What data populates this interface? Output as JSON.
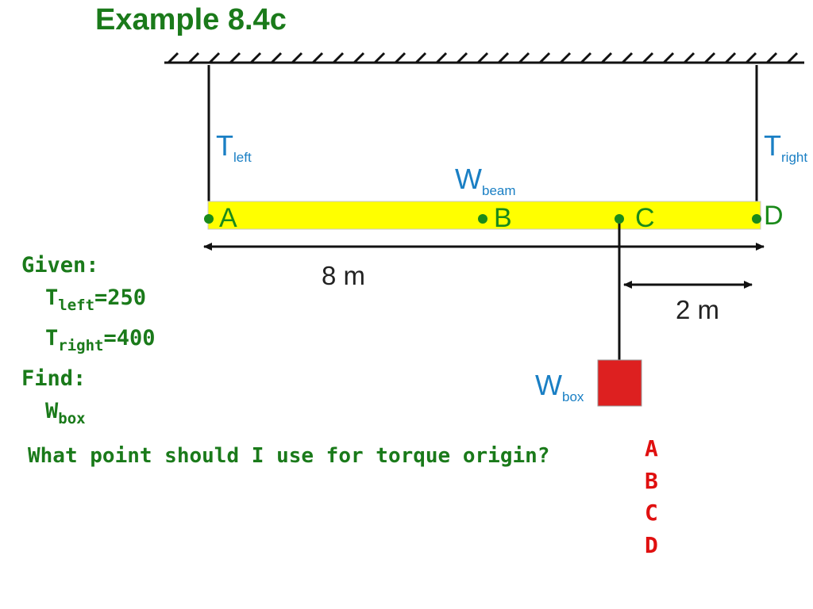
{
  "title": "Example 8.4c",
  "labels": {
    "t_left": {
      "main": "T",
      "sub": "left"
    },
    "t_right": {
      "main": "T",
      "sub": "right"
    },
    "w_beam": {
      "main": "W",
      "sub": "beam"
    },
    "w_box": {
      "main": "W",
      "sub": "box"
    }
  },
  "points": {
    "a": "A",
    "b": "B",
    "c": "C",
    "d": "D"
  },
  "dimensions": {
    "length": "8 m",
    "offset": "2 m"
  },
  "given": {
    "heading": "Given:",
    "t_left_main": "T",
    "t_left_sub": "left",
    "t_left_value": "=250",
    "t_right_main": "T",
    "t_right_sub": "right",
    "t_right_value": "=400",
    "find_heading": "Find:",
    "find_main": "W",
    "find_sub": "box"
  },
  "question": "What point should I use for torque origin?",
  "choices": [
    "A",
    "B",
    "C",
    "D"
  ],
  "colors": {
    "title": "#1a7a1a",
    "labels": "#1a7fc4",
    "points": "#1a8a1a",
    "beam": "#ffff00",
    "box": "#dd2020",
    "choices": "#e01010"
  }
}
